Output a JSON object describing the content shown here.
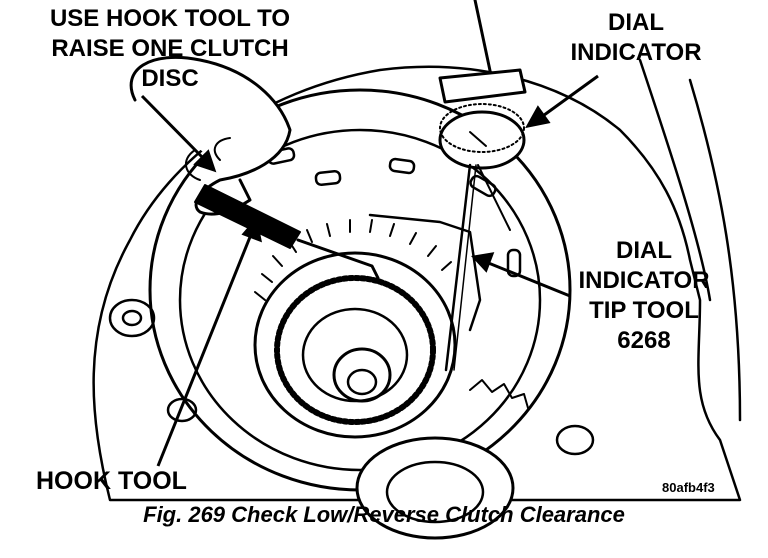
{
  "labels": {
    "hook_raise": [
      "USE HOOK TOOL TO",
      "RAISE ONE CLUTCH",
      "DISC"
    ],
    "dial_indicator": [
      "DIAL",
      "INDICATOR"
    ],
    "tip_tool": [
      "DIAL",
      "INDICATOR",
      "TIP TOOL",
      "6268"
    ],
    "hook_tool": "HOOK TOOL"
  },
  "figure_code": "80afb4f3",
  "caption": "Fig. 269 Check Low/Reverse Clutch Clearance",
  "colors": {
    "ink": "#000000",
    "paper": "#ffffff"
  }
}
